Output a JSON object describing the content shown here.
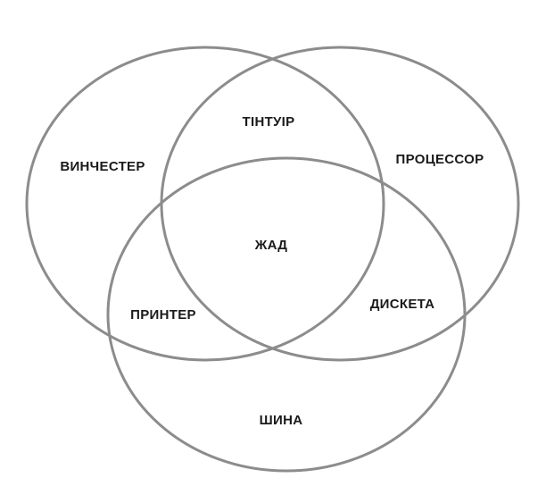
{
  "diagram": {
    "type": "venn",
    "stroke_color": "#8c8c8c",
    "text_color": "#1a1a1a",
    "background": "#ffffff",
    "labels": {
      "left_only": "ВИНЧЕСТЕР",
      "right_only": "ПРОЦЕССОР",
      "bottom_only": "ШИНА",
      "left_right": "ТІНТУІР",
      "left_bottom": "ПРИНТЕР",
      "right_bottom": "ДИСКЕТА",
      "center": "ЖАД"
    }
  }
}
